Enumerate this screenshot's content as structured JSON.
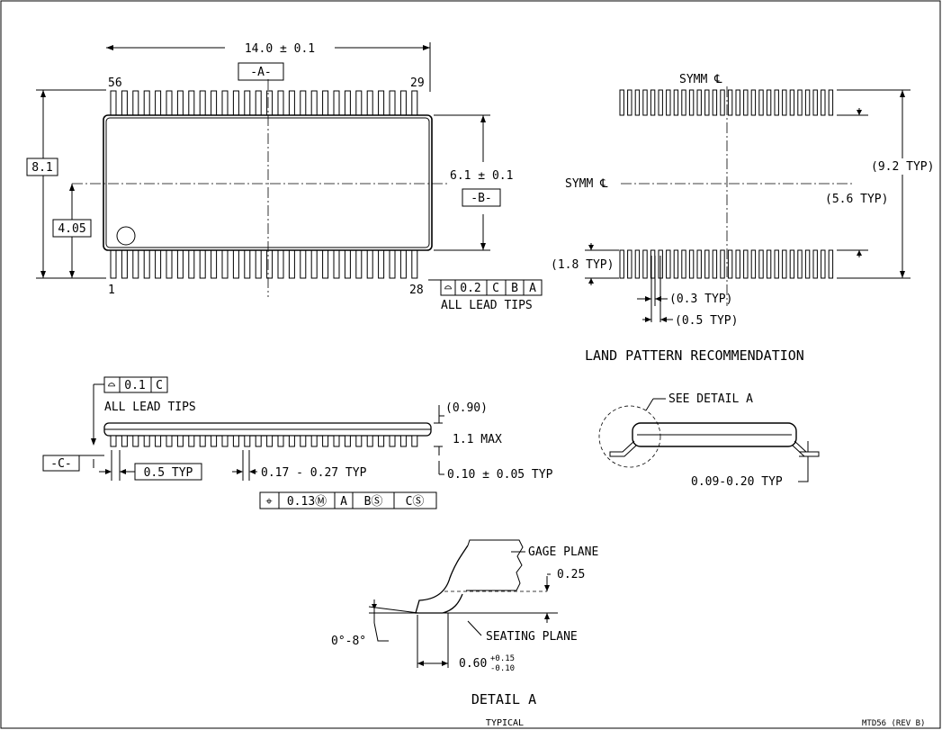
{
  "top_view": {
    "length_dim": "14.0 ± 0.1",
    "datum_a": "-A-",
    "pin_56": "56",
    "pin_29": "29",
    "pin_1": "1",
    "pin_28": "28",
    "overall_width": "8.1",
    "half_width": "4.05",
    "body_width_dim": "6.1 ± 0.1",
    "datum_b": "-B-",
    "fcf_profile": [
      "⌓",
      "0.2",
      "C",
      "B",
      "A"
    ],
    "all_lead_tips": "ALL LEAD TIPS"
  },
  "land_pattern": {
    "symm_cl_top": "SYMM ℄",
    "symm_cl_left": "SYMM ℄",
    "typ_9_2": "(9.2 TYP)",
    "typ_5_6": "(5.6 TYP)",
    "typ_1_8": "(1.8 TYP)",
    "typ_0_3": "(0.3 TYP)",
    "typ_0_5": "(0.5 TYP)",
    "title": "LAND PATTERN RECOMMENDATION"
  },
  "side_view": {
    "fcf_profile": [
      "⌓",
      "0.1",
      "C"
    ],
    "all_lead_tips": "ALL LEAD TIPS",
    "height_ref": "(0.90)",
    "max_height": "1.1 MAX",
    "datum_c": "-C-",
    "pitch": "0.5 TYP",
    "lead_width": "0.17 - 0.27 TYP",
    "standoff": "0.10 ± 0.05 TYP",
    "fcf_position": [
      "⌖",
      "0.13Ⓜ",
      "A",
      "BⓈ",
      "CⓈ"
    ]
  },
  "end_view": {
    "see_detail": "SEE DETAIL A",
    "lead_thickness": "0.09-0.20 TYP"
  },
  "detail_a": {
    "gage_plane": "GAGE PLANE",
    "gage_dim": "0.25",
    "seating_plane": "SEATING PLANE",
    "angle": "0°-8°",
    "foot_length": "0.60",
    "tol_plus": "+0.15",
    "tol_minus": "-0.10",
    "title": "DETAIL A",
    "subtitle": "TYPICAL"
  },
  "drawing_id": "MTD56 (REV B)"
}
